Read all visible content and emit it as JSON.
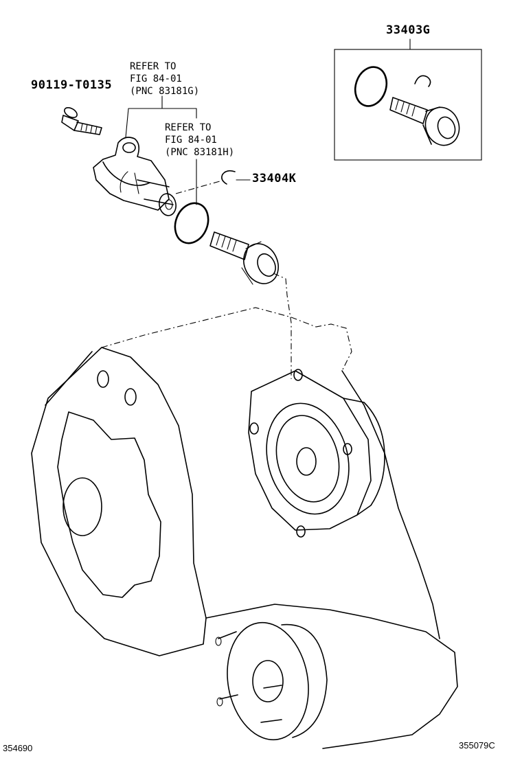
{
  "labels": {
    "part_90119": "90119-T0135",
    "part_33403g": "33403G",
    "part_33404k": "33404K",
    "refer_1": "REFER TO\nFIG 84-01\n(PNC 83181G)",
    "refer_2": "REFER TO\nFIG 84-01\n(PNC 83181H)",
    "footer_left": "354690",
    "footer_right": "355079C"
  }
}
